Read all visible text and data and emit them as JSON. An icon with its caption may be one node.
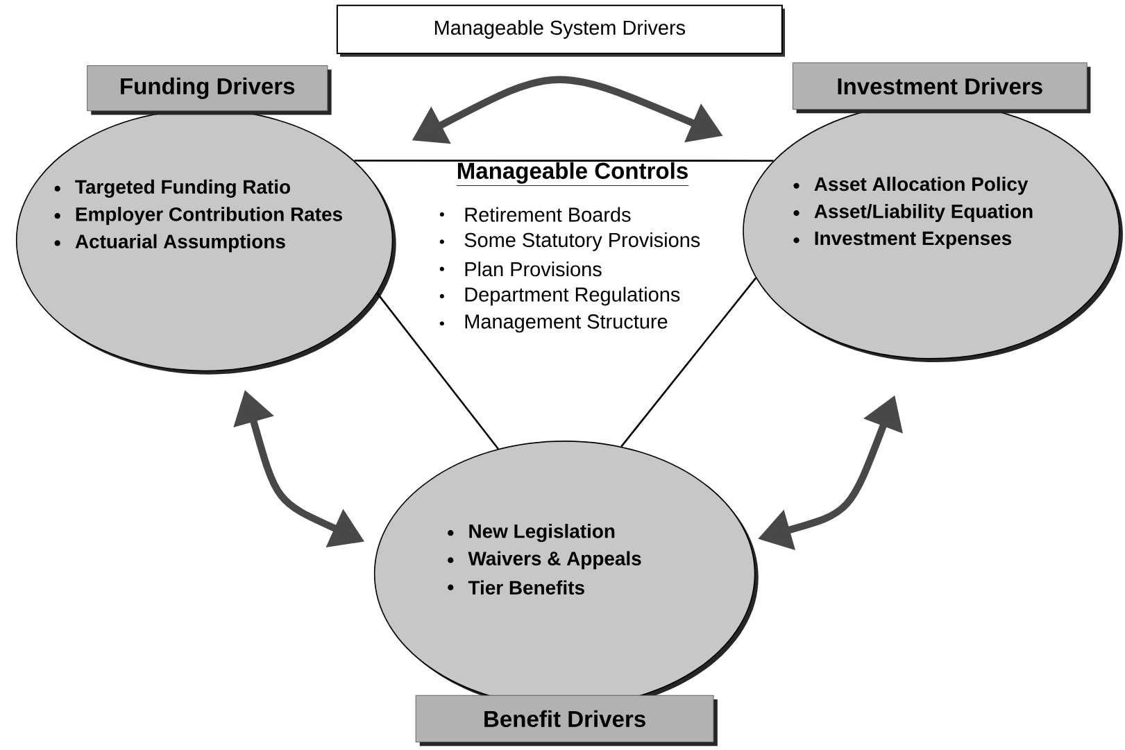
{
  "diagram": {
    "nodes": [
      {
        "text": [
          "Manageable System Drivers"
        ]
      },
      {
        "text": [
          "Funding Drivers",
          "Targeted Funding Ratio",
          "Employer Contribution Rates",
          "Actuarial Assumptions"
        ]
      },
      {
        "text": [
          "Investment Drivers",
          "Asset Allocation Policy",
          "Asset/Liability Equation",
          "Investment Expenses"
        ]
      },
      {
        "text": [
          "New Legislation",
          "Waivers & Appeals",
          "Tier Benefits",
          "Benefit Drivers"
        ]
      }
    ],
    "edges": [
      {
        "from": 1,
        "to": 2,
        "arrow": "both",
        "style": "thick",
        "color": "#484848"
      },
      {
        "from": 1,
        "to": 3,
        "arrow": "both",
        "style": "thick",
        "color": "#484848"
      },
      {
        "from": 2,
        "to": 3,
        "arrow": "both",
        "style": "thick",
        "color": "#484848"
      },
      {
        "from": 1,
        "to": 2,
        "arrow": "none"
      },
      {
        "from": 1,
        "to": 3,
        "arrow": "none"
      },
      {
        "from": 2,
        "to": 3,
        "arrow": "none"
      }
    ],
    "labels": [
      "Manageable Controls",
      "Retirement Boards",
      "Some Statutory Provisions",
      "Plan Provisions",
      "Department Regulations",
      "Management Structure"
    ]
  }
}
